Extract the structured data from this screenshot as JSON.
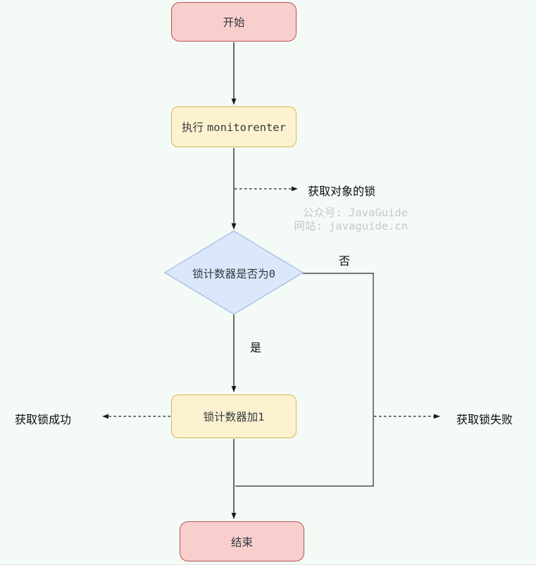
{
  "canvas": {
    "background": "#f4faf5"
  },
  "colors": {
    "start_end_fill": "#f8cfcd",
    "start_end_border": "#b85450",
    "process_fill": "#fdf2cf",
    "process_border": "#d6b656",
    "decision_fill": "#dbe8fb",
    "decision_border": "#a9c0e8",
    "connector": "#1a1a1a",
    "watermark_text": "#c6c9c7"
  },
  "nodes": {
    "start": {
      "label": "开始"
    },
    "monitorenter": {
      "prefix": "执行 ",
      "code": "monitorenter"
    },
    "decision": {
      "text": "锁计数器是否为",
      "code": "0"
    },
    "increment": {
      "text": "锁计数器加",
      "code": "1"
    },
    "end": {
      "label": "结束"
    }
  },
  "edge_labels": {
    "acquire_lock": "获取对象的锁",
    "no": "否",
    "yes": "是",
    "lock_success": "获取锁成功",
    "lock_fail": "获取锁失败"
  },
  "watermark": {
    "line1": "公众号: JavaGuide",
    "line2": "网站: javaguide.cn"
  }
}
